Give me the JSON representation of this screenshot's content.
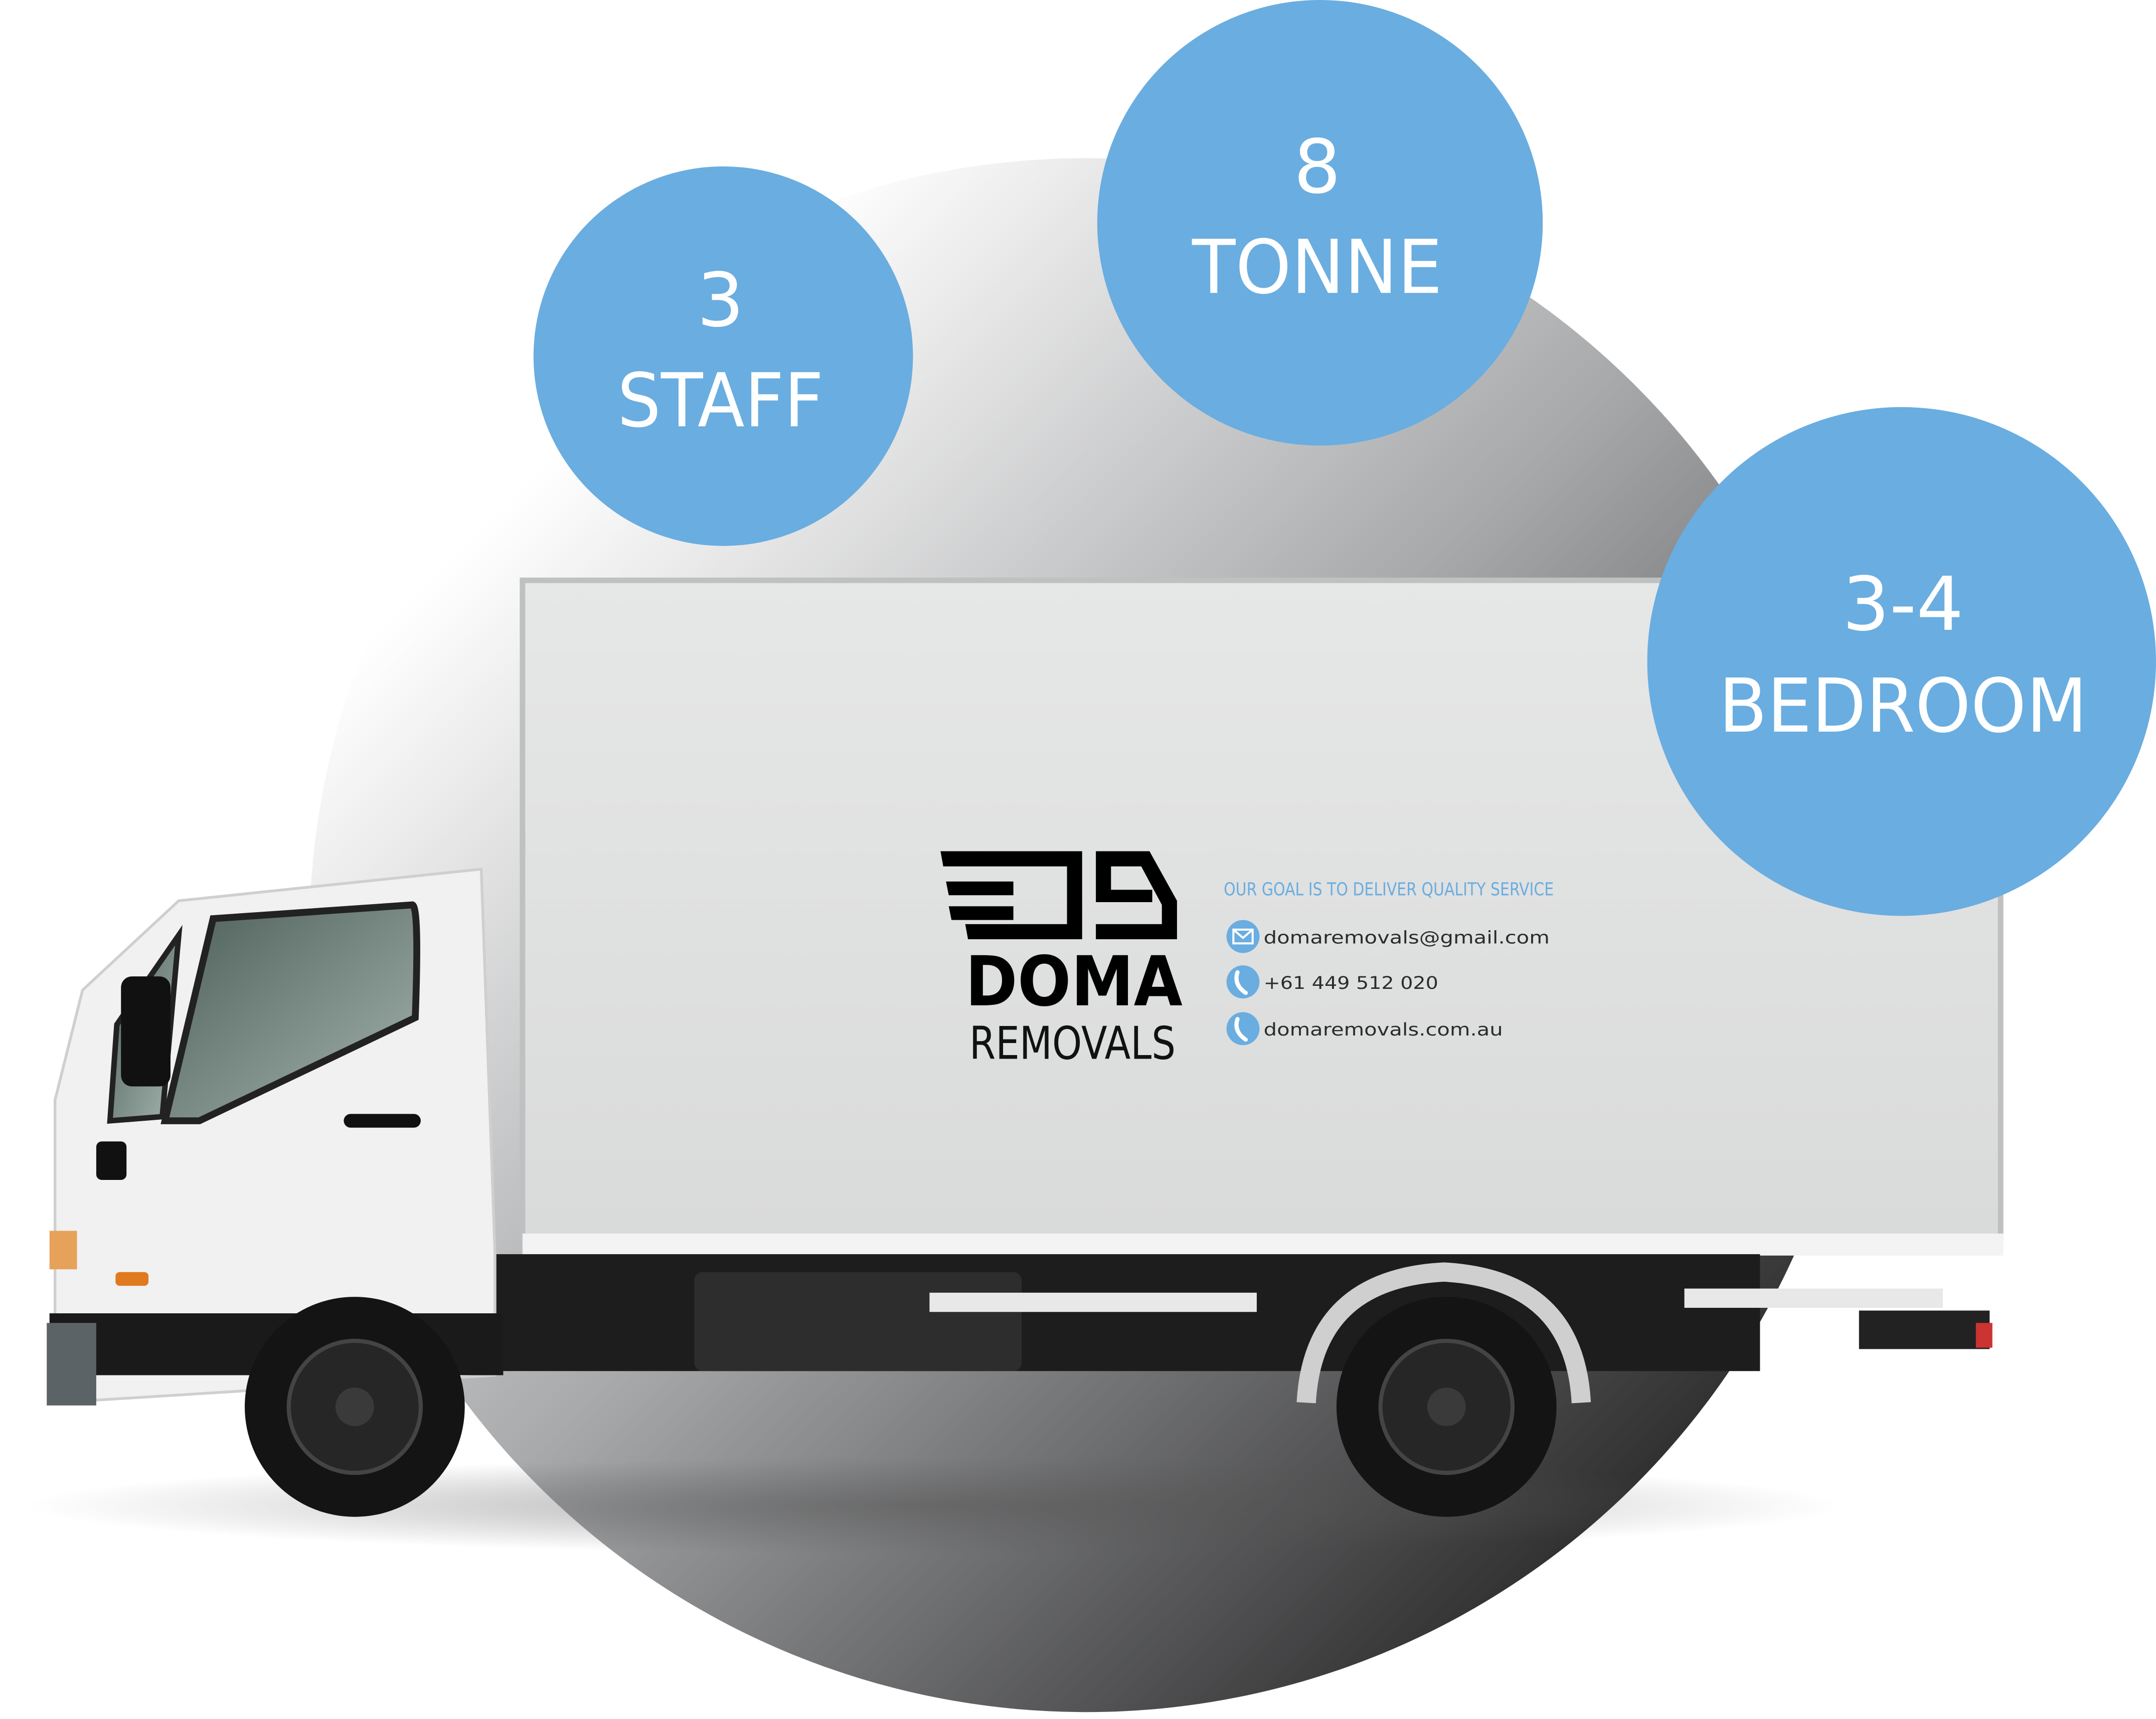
{
  "badges": [
    {
      "value": "3",
      "label": "STAFF"
    },
    {
      "value": "8",
      "label": "TONNE"
    },
    {
      "value": "3-4",
      "label": "BEDROOM"
    }
  ],
  "brand": {
    "name": "DOMA",
    "subtitle": "REMOVALS",
    "tagline": "OUR GOAL IS TO DELIVER QUALITY SERVICE"
  },
  "contacts": [
    {
      "icon": "mail-icon",
      "text": "domaremovals@gmail.com"
    },
    {
      "icon": "phone-icon",
      "text": "+61 449 512 020"
    },
    {
      "icon": "phone-icon",
      "text": "domaremovals.com.au"
    }
  ],
  "colors": {
    "accent": "#6aade0",
    "box": "#e3e4e4"
  }
}
